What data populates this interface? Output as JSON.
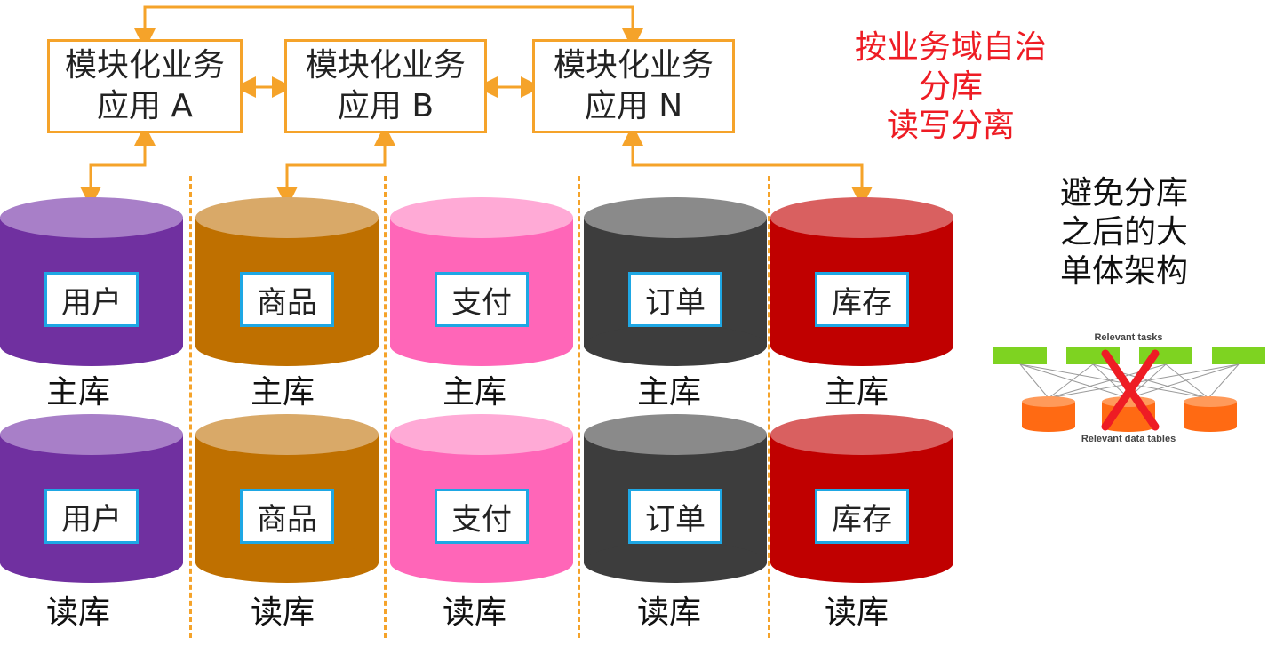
{
  "apps": [
    {
      "line1": "模块化业务",
      "line2": "应用 A"
    },
    {
      "line1": "模块化业务",
      "line2": "应用 B"
    },
    {
      "line1": "模块化业务",
      "line2": "应用 N"
    }
  ],
  "notice": {
    "line1": "按业务域自治",
    "line2": "分库",
    "line3": "读写分离"
  },
  "side_note": {
    "line1": "避免分库",
    "line2": "之后的大",
    "line3": "单体架构"
  },
  "databases": [
    {
      "name": "用户",
      "color_top": "#a87fc8",
      "color_body": "#7030a0"
    },
    {
      "name": "商品",
      "color_top": "#d9a968",
      "color_body": "#bf7000"
    },
    {
      "name": "支付",
      "color_top": "#ffaad6",
      "color_body": "#ff66b8"
    },
    {
      "name": "订单",
      "color_top": "#8a8a8a",
      "color_body": "#3d3d3d"
    },
    {
      "name": "库存",
      "color_top": "#d96060",
      "color_body": "#c00000"
    }
  ],
  "labels": {
    "master": "主库",
    "replica": "读库"
  },
  "thumbnail": {
    "top_label": "Relevant tasks",
    "bottom_label": "Relevant data tables"
  },
  "colors": {
    "connector": "#f5a32a",
    "tag_border": "#1ea7e4",
    "alert": "#ee1c24",
    "thumb_task": "#7ed321",
    "thumb_table": "#ff6a13"
  }
}
